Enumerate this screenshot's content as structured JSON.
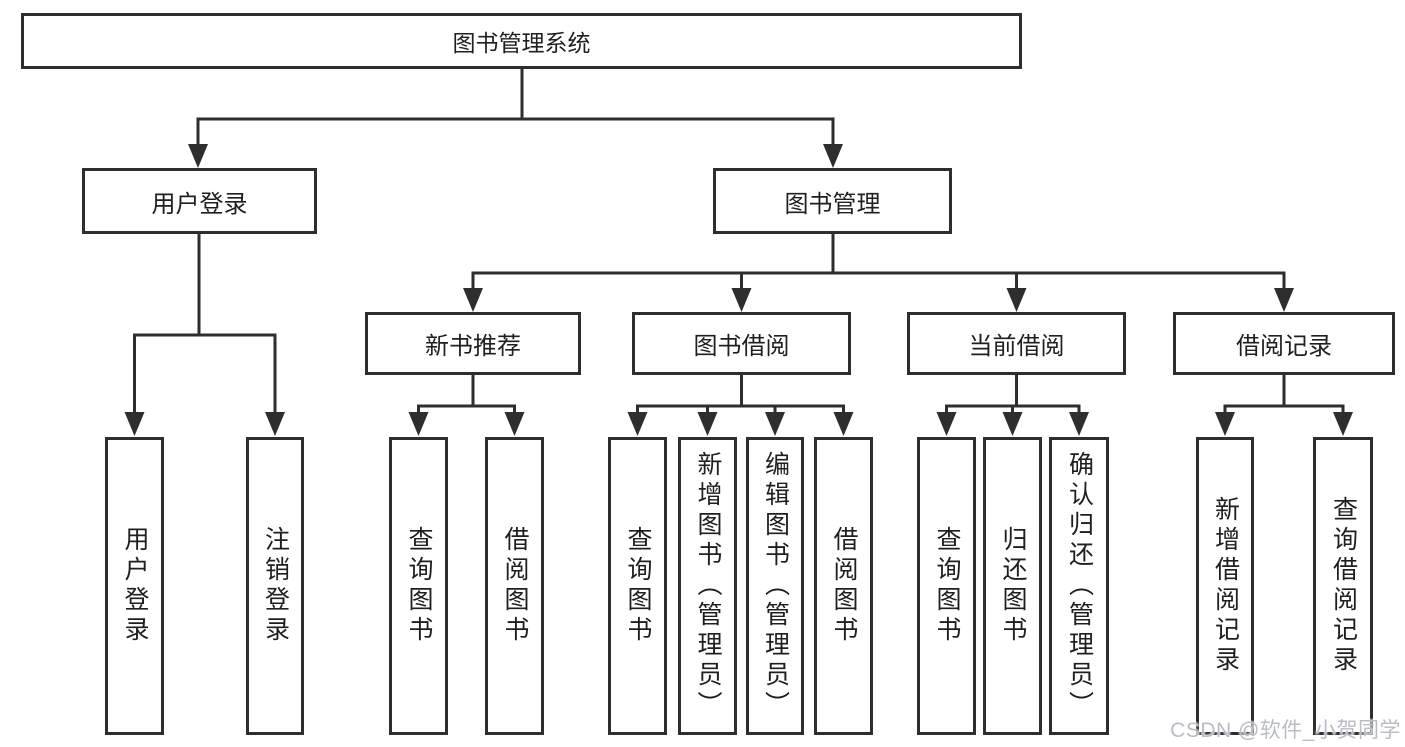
{
  "diagram": {
    "title": "图书管理系统",
    "user_branch": {
      "label": "用户登录",
      "leaves": [
        "用户登录",
        "注销登录"
      ]
    },
    "book_branch": {
      "label": "图书管理",
      "sections": [
        {
          "label": "新书推荐",
          "leaves": [
            "查询图书",
            "借阅图书"
          ]
        },
        {
          "label": "图书借阅",
          "leaves": [
            "查询图书",
            "新增图书（管理员）",
            "编辑图书（管理员）",
            "借阅图书"
          ]
        },
        {
          "label": "当前借阅",
          "leaves": [
            "查询图书",
            "归还图书",
            "确认归还（管理员）"
          ]
        },
        {
          "label": "借阅记录",
          "leaves": [
            "新增借阅记录",
            "查询借阅记录"
          ]
        }
      ]
    }
  },
  "watermark": {
    "text": "CSDN @软件_小贺同学"
  },
  "colors": {
    "line": "#2e2e2e",
    "box-border": "#2e2e2e",
    "box-fill": "#ffffff",
    "text": "#1f1f1f",
    "background": "#ffffff",
    "watermark": "#b9bcc2"
  }
}
